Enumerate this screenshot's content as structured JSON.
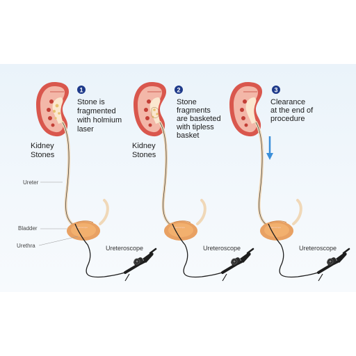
{
  "steps": [
    {
      "number": "1",
      "title_lines": [
        "Stone is",
        "fragmented",
        "with holmium",
        "laser"
      ],
      "kidney_label_lines": [
        "Kidney",
        "Stones"
      ],
      "scope_label": "Ureteroscope"
    },
    {
      "number": "2",
      "title_lines": [
        "Stone",
        "fragments",
        "are basketed",
        "with tipless",
        "basket"
      ],
      "kidney_label_lines": [
        "Kidney",
        "Stones"
      ],
      "scope_label": "Ureteroscope"
    },
    {
      "number": "3",
      "title_lines": [
        "Clearance",
        "at the end of",
        "procedure"
      ],
      "kidney_label_lines": [],
      "scope_label": "Ureteroscope"
    }
  ],
  "side_labels": {
    "ureter": "Ureter",
    "bladder": "Bladder",
    "urethra": "Urethra"
  },
  "colors": {
    "kidney_outer": "#d9574d",
    "kidney_inner": "#f3b7a8",
    "pelvis": "#fbe7cf",
    "stone": "#e8c070",
    "scope": "#1e1e1e",
    "badge": "#1e3a8a",
    "arrow": "#3b8fd9"
  }
}
